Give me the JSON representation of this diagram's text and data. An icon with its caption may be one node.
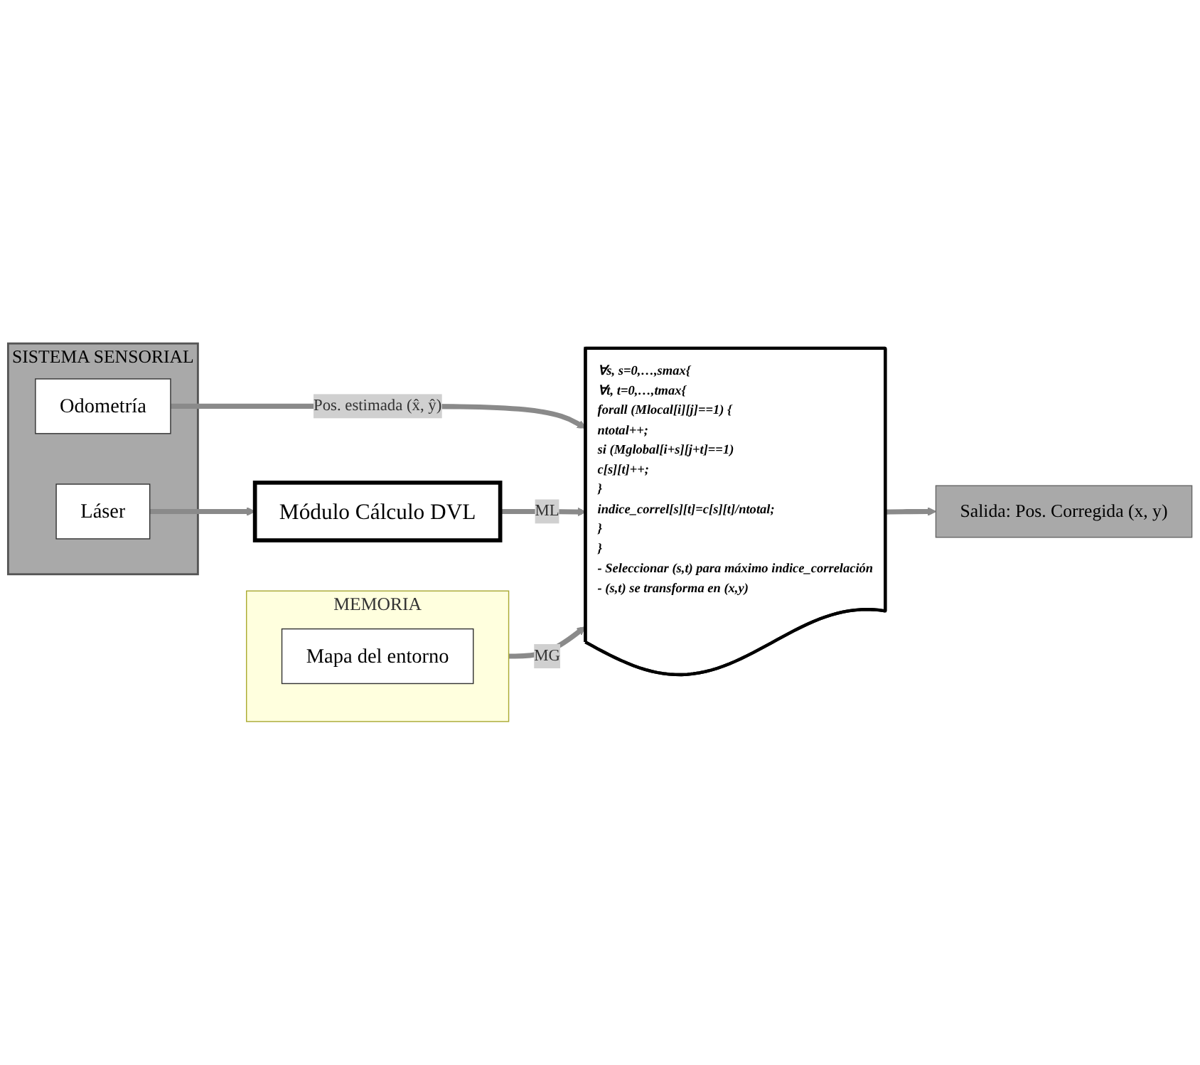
{
  "diagram": {
    "nodes": [
      {
        "text": [
          "SISTEMA SENSORIAL"
        ]
      },
      {
        "text": [
          "Odometría"
        ],
        "in": 0
      },
      {
        "text": [
          "Láser"
        ],
        "in": 0
      },
      {
        "text": [
          "MEMORIA"
        ]
      },
      {
        "text": [
          "Mapa del entorno"
        ],
        "in": 3
      },
      {
        "text": [
          "Módulo Cálculo DVL"
        ]
      },
      {
        "text": [
          "∀s, s=0,…,smax{",
          "∀t, t=0,…,tmax{",
          "forall (Mlocal[i][j]==1) {",
          "ntotal++;",
          "si (Mglobal[i+s][j+t]==1)",
          "c[s][t]++;",
          "}",
          "indice_correl[s][t]=c[s][t]/ntotal;",
          "}",
          "}",
          "- Seleccionar (s,t) para máximo indice_correlación",
          "- (s,t) se transforma en (x,y)"
        ]
      },
      {
        "text": [
          "Salida: Pos. Corregida (x, y)"
        ]
      }
    ],
    "edges": [
      {
        "from": 1,
        "to": 6,
        "arrow": "to",
        "label": "Pos. estimada (x̂, ŷ)"
      },
      {
        "from": 2,
        "to": 5,
        "arrow": "to"
      },
      {
        "from": 5,
        "to": 6,
        "arrow": "to",
        "label": "ML"
      },
      {
        "from": 3,
        "to": 6,
        "arrow": "to",
        "label": "MG"
      },
      {
        "from": 6,
        "to": 7,
        "arrow": "to"
      }
    ]
  }
}
